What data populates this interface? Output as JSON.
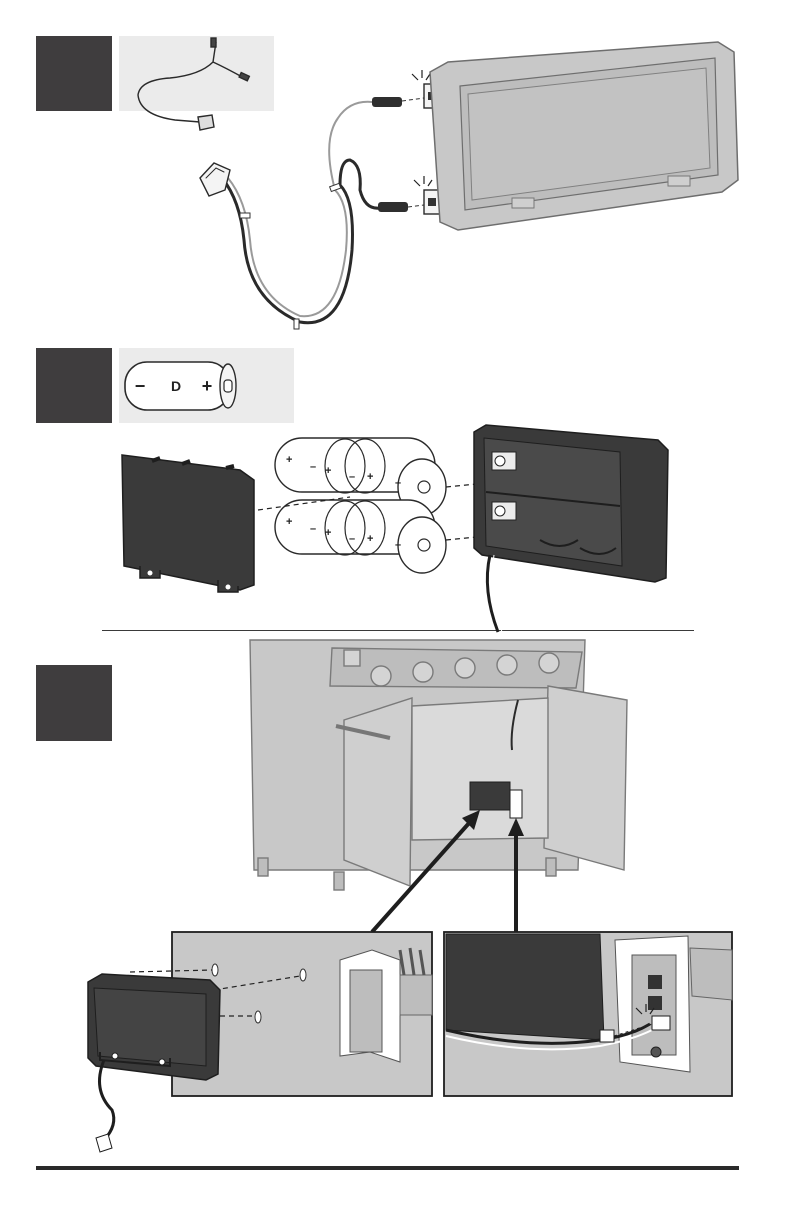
{
  "page": {
    "steps": [
      {
        "id": "step-1",
        "number": ""
      },
      {
        "id": "step-2",
        "number": ""
      },
      {
        "id": "step-3",
        "number": ""
      }
    ],
    "battery_label": {
      "minus": "−",
      "size": "D",
      "plus": "+"
    },
    "battery_polarity": {
      "plus": "+",
      "minus": "–"
    }
  },
  "colors": {
    "step_box": "#3f3d3e",
    "swatch_bg": "#ebebeb",
    "outline": "#2a2a2a",
    "grey_part": "#c8c8c8",
    "dark_part": "#2f2f2f"
  }
}
